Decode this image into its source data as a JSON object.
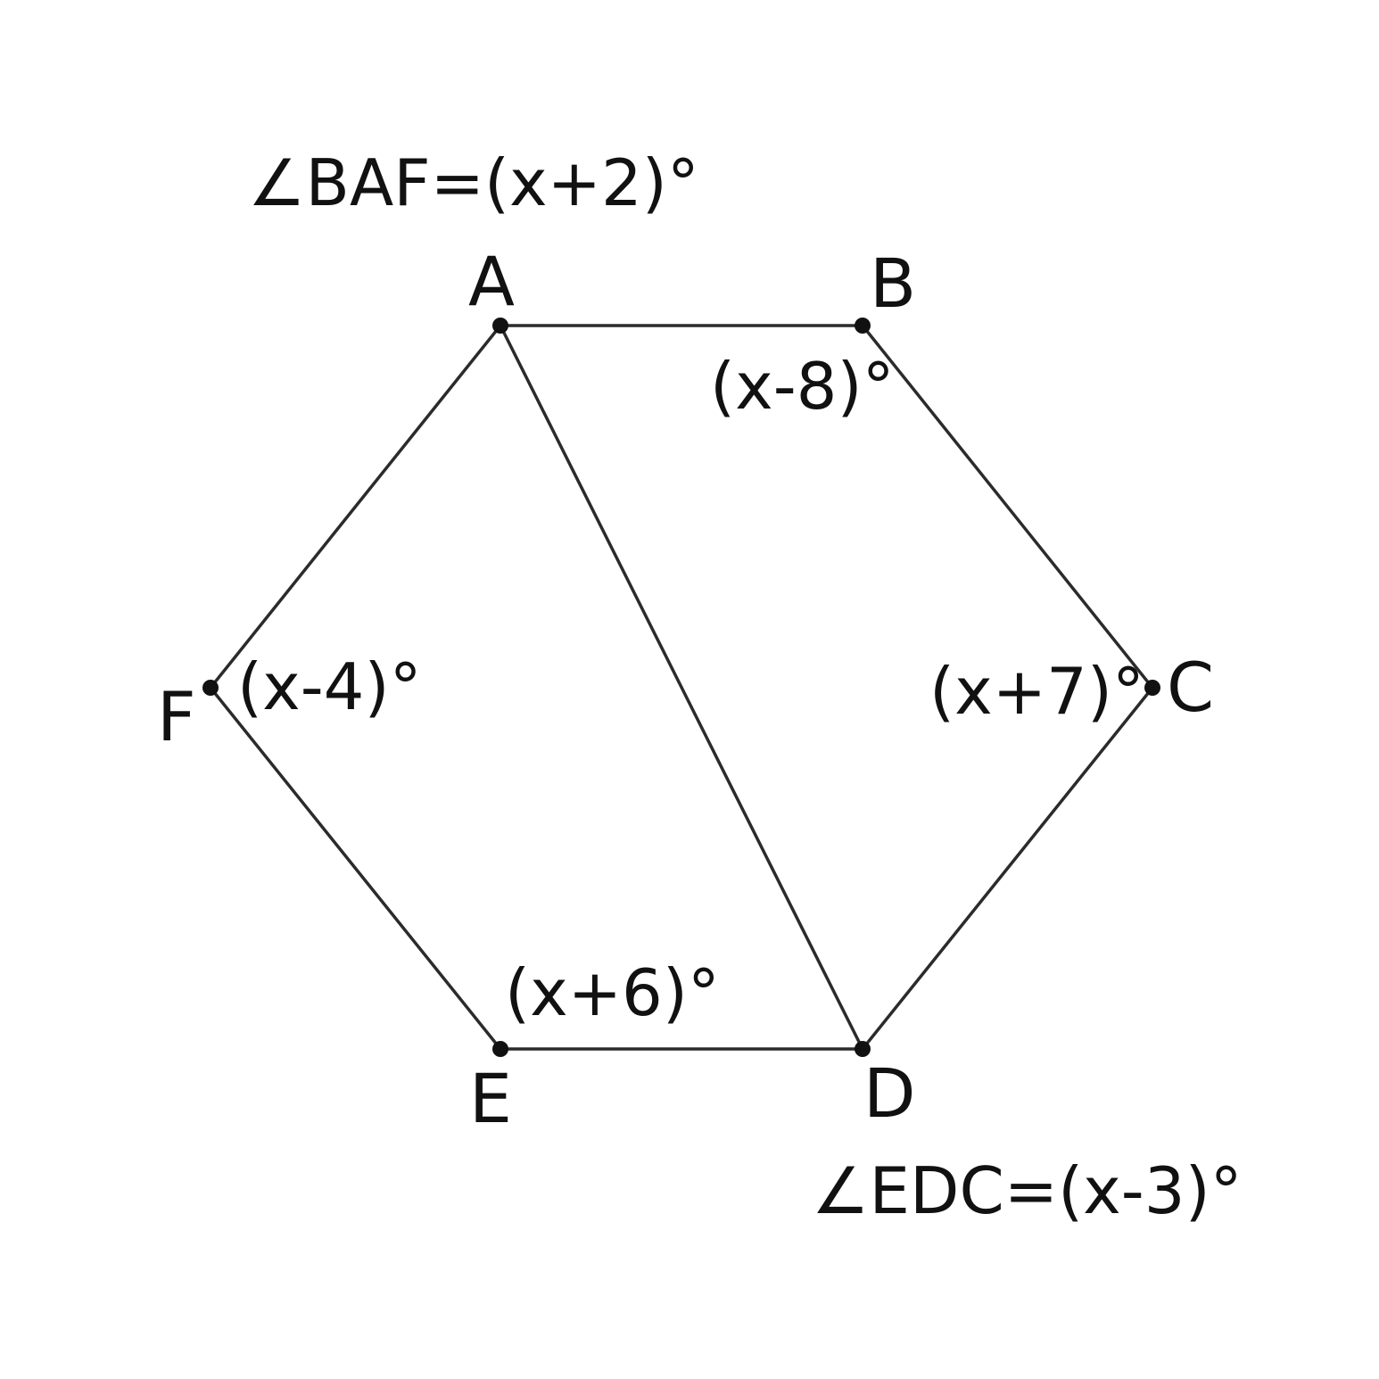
{
  "figure": {
    "vertices": {
      "A": "A",
      "B": "B",
      "C": "C",
      "D": "D",
      "E": "E",
      "F": "F"
    },
    "angle_labels": {
      "at_B": "(x-8)°",
      "at_C": "(x+7)°",
      "at_E": "(x+6)°",
      "at_F": "(x-4)°"
    },
    "given": {
      "angle_BAF": "∠BAF=(x+2)°",
      "angle_EDC": "∠EDC=(x-3)°"
    },
    "segments": [
      "AB",
      "BC",
      "CD",
      "DE",
      "EF",
      "FA",
      "AD"
    ]
  }
}
